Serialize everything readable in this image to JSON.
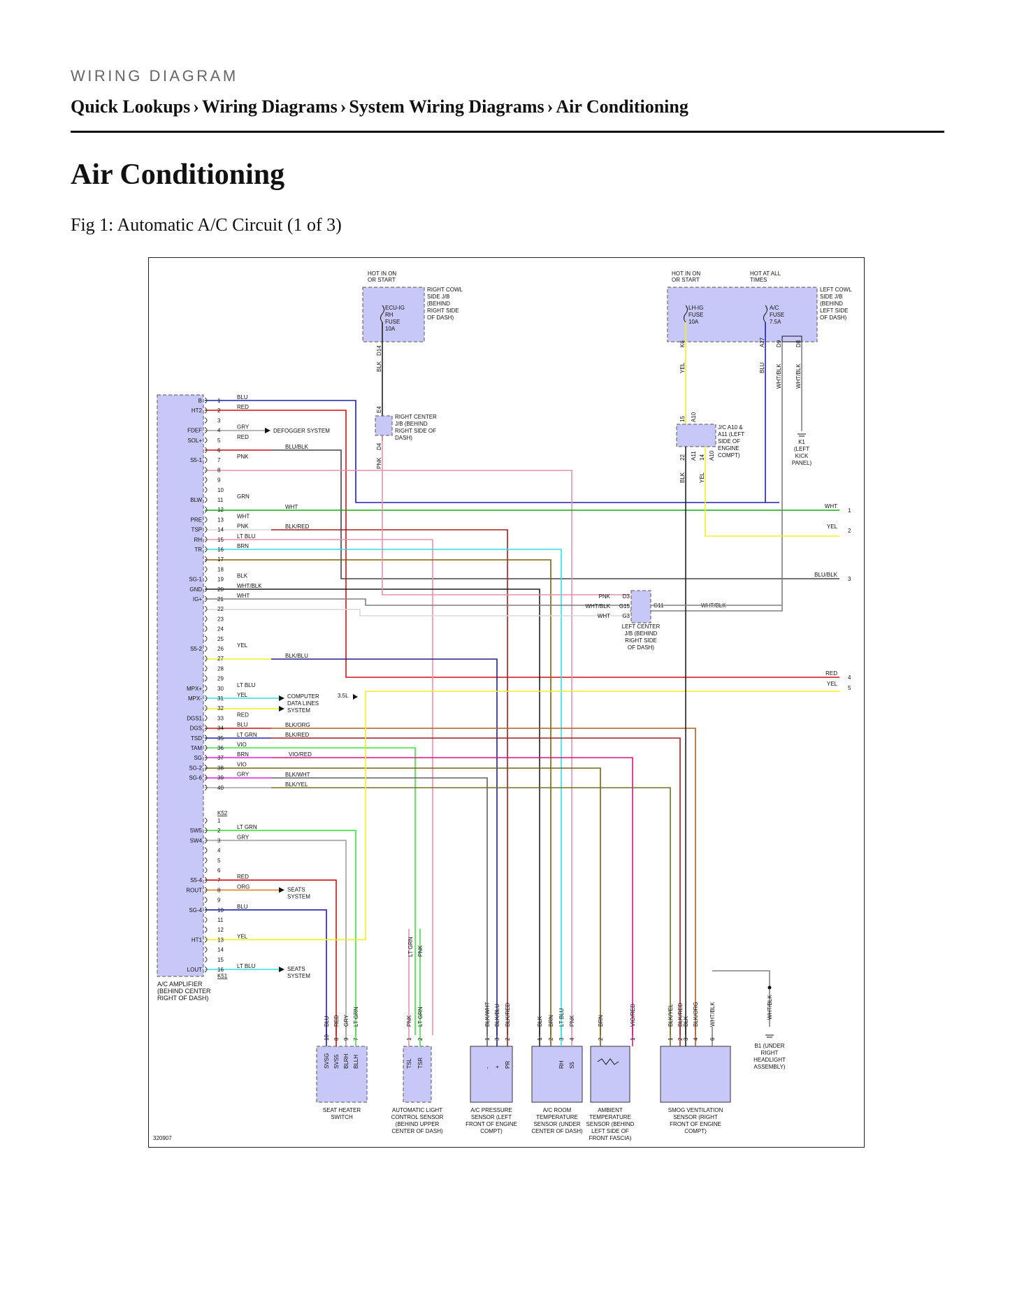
{
  "header": {
    "label": "WIRING DIAGRAM"
  },
  "breadcrumb": [
    {
      "label": "Quick Lookups"
    },
    {
      "label": "Wiring Diagrams"
    },
    {
      "label": "System Wiring Diagrams"
    },
    {
      "label": "Air Conditioning"
    }
  ],
  "breadcrumb_separator": "›",
  "page": {
    "title": "Air Conditioning",
    "figure_caption": "Fig 1: Automatic A/C Circuit (1 of 3)"
  },
  "diagram": {
    "id": "320907",
    "colors": {
      "BLU": "#2020b0",
      "RED": "#d01010",
      "GRY": "#a0a0a0",
      "PNK": "#e890b0",
      "GRN": "#10b010",
      "WHT": "#d8d8d8",
      "LT BLU": "#30e0e8",
      "BRN": "#806010",
      "BLK": "#202020",
      "YEL": "#f0f020",
      "LT GRN": "#40e040",
      "VIO": "#e020e0",
      "ORG": "#e08020",
      "WHT/BLK": "#808080",
      "BLK/RED": "#a02020",
      "BLK/BLU": "#202080",
      "BLK/ORG": "#b06020",
      "BLK/WHT": "#606060",
      "BLK/YEL": "#707020",
      "VIO/RED": "#e01080",
      "component_fill": "#c8c8f8"
    },
    "top_labels": {
      "hot_in_on_start_1": "HOT IN ON OR START",
      "hot_in_on_start_2": "HOT IN ON OR START",
      "hot_at_all_times": "HOT AT ALL TIMES"
    },
    "fuse_ecu": {
      "name": "ECU-IG RH FUSE 10A",
      "location": "RIGHT COWL SIDE J/B (BEHIND RIGHT SIDE OF DASH)"
    },
    "fuse_lhig": {
      "name": "LH-IG FUSE 10A"
    },
    "fuse_ac": {
      "name": "A/C FUSE 7.5A",
      "location": "LEFT COWL SIDE J/B (BEHIND LEFT SIDE OF DASH)"
    },
    "right_center_jb": "RIGHT CENTER J/B (BEHIND RIGHT SIDE OF DASH)",
    "jc_a10": "J/C A10 & A11 (LEFT SIDE OF ENGINE COMPT)",
    "ground_k1": "K1 (LEFT KICK PANEL)",
    "left_center_jb": "LEFT CENTER J/B (BEHIND RIGHT SIDE OF DASH)",
    "amplifier": "A/C AMPLIFIER (BEHIND CENTER RIGHT OF DASH)",
    "connector_k52": "K52",
    "connector_k51": "K51",
    "defogger": "DEFOGGER SYSTEM",
    "computer_data": "COMPUTER DATA LINES SYSTEM",
    "seats_system": "SEATS SYSTEM",
    "engine_35l": "3.5L",
    "pins_k52": [
      {
        "n": "1",
        "label": "B",
        "wire": "BLU"
      },
      {
        "n": "2",
        "label": "HT2",
        "wire": "RED"
      },
      {
        "n": "3",
        "label": "",
        "wire": ""
      },
      {
        "n": "4",
        "label": "FDEF",
        "wire": "GRY"
      },
      {
        "n": "5",
        "label": "SOL+",
        "wire": "RED"
      },
      {
        "n": "6",
        "label": "",
        "wire": ""
      },
      {
        "n": "7",
        "label": "S5-1",
        "wire": "PNK"
      },
      {
        "n": "8",
        "label": "",
        "wire": ""
      },
      {
        "n": "9",
        "label": "",
        "wire": ""
      },
      {
        "n": "10",
        "label": "",
        "wire": ""
      },
      {
        "n": "11",
        "label": "BLW",
        "wire": "GRN"
      },
      {
        "n": "12",
        "label": "",
        "wire": ""
      },
      {
        "n": "13",
        "label": "PRE",
        "wire": "WHT"
      },
      {
        "n": "14",
        "label": "TSP",
        "wire": "PNK"
      },
      {
        "n": "15",
        "label": "RH",
        "wire": "LT BLU"
      },
      {
        "n": "16",
        "label": "TR",
        "wire": "BRN"
      },
      {
        "n": "17",
        "label": "",
        "wire": ""
      },
      {
        "n": "18",
        "label": "",
        "wire": ""
      },
      {
        "n": "19",
        "label": "SG-1",
        "wire": "BLK"
      },
      {
        "n": "20",
        "label": "GND",
        "wire": "WHT/BLK"
      },
      {
        "n": "21",
        "label": "IG+",
        "wire": "WHT"
      },
      {
        "n": "22",
        "label": "",
        "wire": ""
      },
      {
        "n": "23",
        "label": "",
        "wire": ""
      },
      {
        "n": "24",
        "label": "",
        "wire": ""
      },
      {
        "n": "25",
        "label": "",
        "wire": ""
      },
      {
        "n": "26",
        "label": "S5-2",
        "wire": "YEL"
      },
      {
        "n": "27",
        "label": "",
        "wire": ""
      },
      {
        "n": "28",
        "label": "",
        "wire": ""
      },
      {
        "n": "29",
        "label": "",
        "wire": ""
      },
      {
        "n": "30",
        "label": "MPX+",
        "wire": "LT BLU"
      },
      {
        "n": "31",
        "label": "MPX-",
        "wire": "YEL"
      },
      {
        "n": "32",
        "label": "",
        "wire": ""
      },
      {
        "n": "33",
        "label": "DGS1",
        "wire": "RED"
      },
      {
        "n": "34",
        "label": "DGS",
        "wire": "BLU"
      },
      {
        "n": "35",
        "label": "TSD",
        "wire": "LT GRN"
      },
      {
        "n": "36",
        "label": "TAM",
        "wire": "VIO"
      },
      {
        "n": "37",
        "label": "SG",
        "wire": "BRN"
      },
      {
        "n": "38",
        "label": "SG-2",
        "wire": "VIO"
      },
      {
        "n": "39",
        "label": "SG-6",
        "wire": "GRY"
      },
      {
        "n": "40",
        "label": "",
        "wire": ""
      }
    ],
    "pins_k51": [
      {
        "n": "1",
        "label": "",
        "wire": ""
      },
      {
        "n": "2",
        "label": "SW5",
        "wire": "LT GRN"
      },
      {
        "n": "3",
        "label": "SW4",
        "wire": "GRY"
      },
      {
        "n": "4",
        "label": "",
        "wire": ""
      },
      {
        "n": "5",
        "label": "",
        "wire": ""
      },
      {
        "n": "6",
        "label": "",
        "wire": ""
      },
      {
        "n": "7",
        "label": "S5-4",
        "wire": "RED"
      },
      {
        "n": "8",
        "label": "ROUT",
        "wire": "ORG"
      },
      {
        "n": "9",
        "label": "",
        "wire": ""
      },
      {
        "n": "10",
        "label": "SG-4",
        "wire": "BLU"
      },
      {
        "n": "11",
        "label": "",
        "wire": ""
      },
      {
        "n": "12",
        "label": "",
        "wire": ""
      },
      {
        "n": "13",
        "label": "HT1",
        "wire": "YEL"
      },
      {
        "n": "14",
        "label": "",
        "wire": ""
      },
      {
        "n": "15",
        "label": "",
        "wire": ""
      },
      {
        "n": "16",
        "label": "LOUT",
        "wire": "LT BLU"
      }
    ],
    "far_wire_labels": {
      "w5": "BLU/BLK",
      "w13": "BLK/RED",
      "w11": "WHT",
      "w26": "BLK/BLU",
      "w33": "BLK/ORG",
      "w34": "BLK/RED",
      "w36": "VIO/RED",
      "w38": "BLK/WHT",
      "w39": "BLK/YEL"
    },
    "right_outputs": [
      {
        "n": "1",
        "wire": "WHT"
      },
      {
        "n": "2",
        "wire": "YEL"
      },
      {
        "n": "3",
        "wire": "BLU/BLK"
      },
      {
        "n": "4",
        "wire": "RED"
      },
      {
        "n": "5",
        "wire": "YEL"
      }
    ],
    "ljb_pins": [
      {
        "pin": "D3",
        "wire": "PNK"
      },
      {
        "pin": "G15",
        "wire": "WHT/BLK"
      },
      {
        "pin": "G3",
        "wire": "WHT"
      }
    ],
    "ljb_out": {
      "pin": "G11",
      "wire": "WHT/BLK"
    },
    "vertical_labels": {
      "d14": "D14",
      "blk_top": "BLK",
      "e4": "E4",
      "d4": "D4",
      "pnk_mid": "PNK",
      "k6": "K6",
      "yel_top": "YEL",
      "a27": "A27",
      "blu_top": "BLU",
      "d9": "D9",
      "wb1": "WHT/BLK",
      "d8": "D8",
      "wb2": "WHT/BLK",
      "p15": "15",
      "a10a": "A10",
      "p22": "22",
      "a11": "A11",
      "p14": "14",
      "a10b": "A10",
      "blk_jc": "BLK",
      "yel_jc": "YEL"
    },
    "bottom_components": [
      {
        "name": "SEAT HEATER SWITCH",
        "pins": [
          "10",
          "8",
          "9",
          "7"
        ],
        "wires": [
          "BLU",
          "RED",
          "GRY",
          "LT GRN"
        ],
        "terms": [
          "SVSG",
          "SVS5",
          "BLRH",
          "BLLH"
        ]
      },
      {
        "name": "AUTOMATIC LIGHT CONTROL SENSOR (BEHIND UPPER CENTER OF DASH)",
        "pins": [
          "1",
          "2"
        ],
        "wires": [
          "PNK",
          "LT GRN"
        ],
        "terms": [
          "TSL",
          "TSR"
        ]
      },
      {
        "name": "A/C PRESSURE SENSOR (LEFT FRONT OF ENGINE COMPT)",
        "pins": [
          "1",
          "3",
          "2"
        ],
        "wires": [
          "BLK/WHT",
          "BLK/BLU",
          "BLK/RED"
        ],
        "terms": [
          "-",
          "+",
          "PR"
        ]
      },
      {
        "name": "A/C ROOM TEMPERATURE SENSOR (UNDER CENTER OF DASH)",
        "pins": [
          "1",
          "2",
          "3",
          "4"
        ],
        "wires": [
          "BLK",
          "BRN",
          "LT BLU",
          "PNK"
        ],
        "terms": [
          "",
          "",
          "RH",
          "S5"
        ]
      },
      {
        "name": "AMBIENT TEMPERATURE SENSOR (BEHIND LEFT SIDE OF FRONT FASCIA)",
        "pins": [
          "2",
          "1"
        ],
        "wires": [
          "BRN",
          "VIO/RED"
        ],
        "terms": [
          "",
          ""
        ]
      },
      {
        "name": "SMOG VENTILATION SENSOR (RIGHT FRONT OF ENGINE COMPT)",
        "pins": [
          "1",
          "2",
          "3",
          "4",
          "6"
        ],
        "wires": [
          "BLK/YEL",
          "BLK/RED",
          "BLK",
          "BLK/ORG",
          "WHT/BLK"
        ],
        "terms": [
          "",
          "",
          "",
          "",
          ""
        ]
      }
    ],
    "ground_b1": {
      "label": "B1 (UNDER RIGHT HEADLIGHT ASSEMBLY)",
      "wire": "WHT/BLK",
      "lt_grn": "LT GRN",
      "pnk": "PNK"
    }
  }
}
